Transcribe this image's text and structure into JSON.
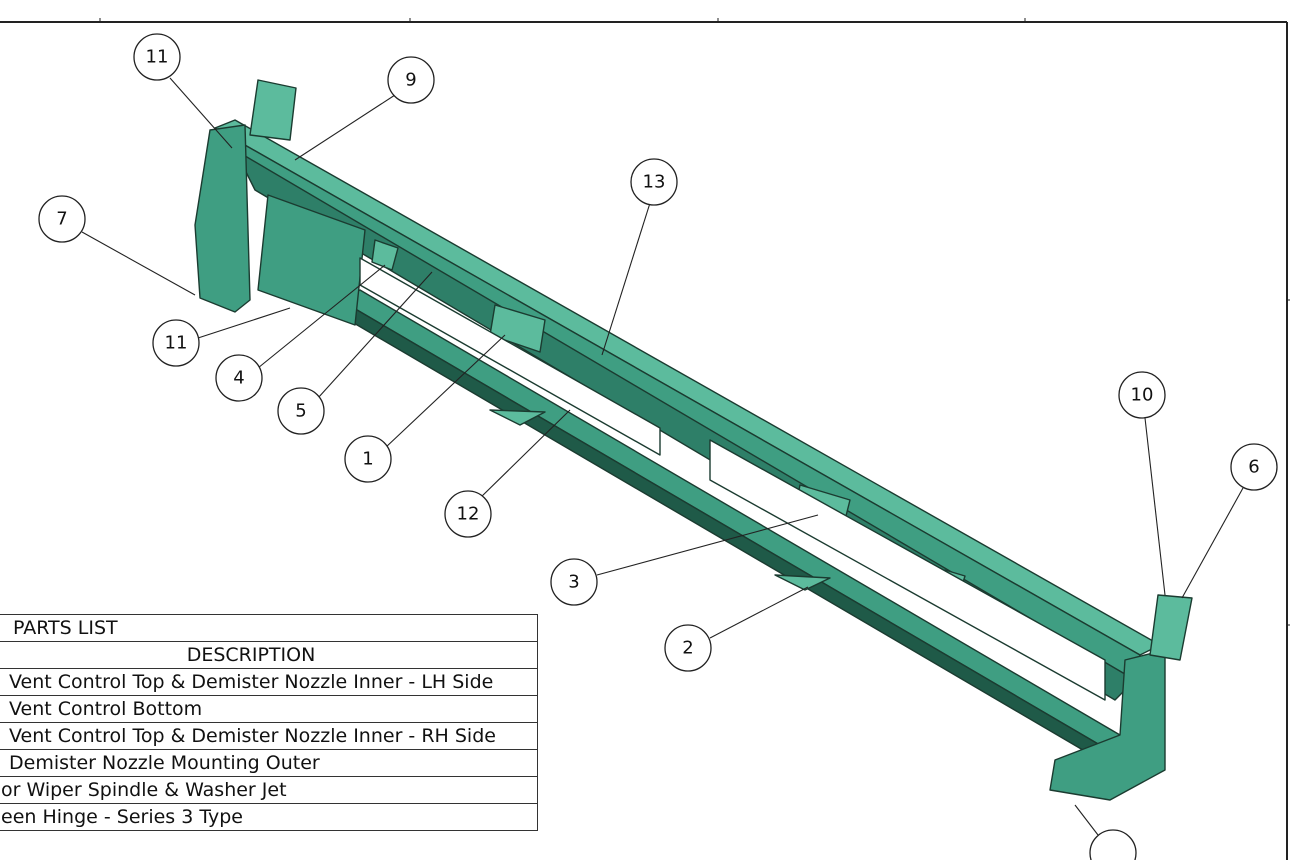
{
  "parts_list": {
    "title": "PARTS LIST",
    "description_header": "DESCRIPTION",
    "rows": [
      "Vent Control Top & Demister Nozzle Inner - LH Side",
      "Vent Control Bottom",
      "Vent Control Top & Demister Nozzle Inner - RH Side",
      "Demister Nozzle Mounting Outer",
      "or Wiper Spindle & Washer Jet",
      "een Hinge - Series 3 Type"
    ]
  },
  "balloons": [
    {
      "label": "11"
    },
    {
      "label": "9"
    },
    {
      "label": "13"
    },
    {
      "label": "7"
    },
    {
      "label": "11"
    },
    {
      "label": "4"
    },
    {
      "label": "5"
    },
    {
      "label": "1"
    },
    {
      "label": "12"
    },
    {
      "label": "10"
    },
    {
      "label": "6"
    },
    {
      "label": "3"
    },
    {
      "label": "2"
    }
  ],
  "colors": {
    "part_fill": "#3f9e82",
    "part_light": "#5cbb9d",
    "part_dark": "#1f5a48",
    "line": "#222222"
  }
}
